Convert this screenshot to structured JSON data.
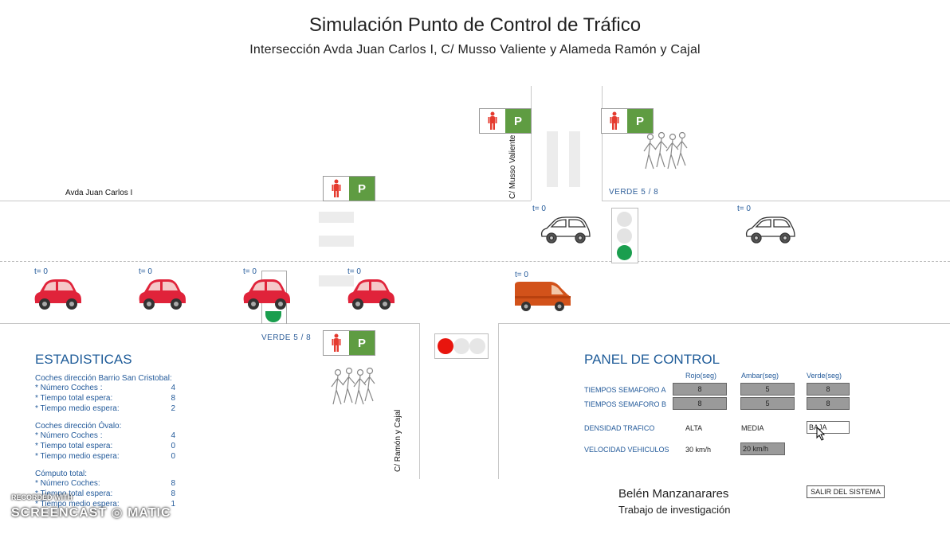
{
  "header": {
    "title": "Simulación Punto de Control de Tráfico",
    "subtitle": "Intersección Avda Juan Carlos I, C/ Musso Valiente y Alameda Ramón y Cajal"
  },
  "streets": {
    "avda": "Avda Juan Carlos I",
    "musso": "C/ Musso Valiente",
    "ramon": "C/ Ramón y Cajal"
  },
  "signals": {
    "ped_letter": "P",
    "verde_top": "VERDE 5  /  8",
    "verde_bottom": "VERDE 5  /  8"
  },
  "cars": {
    "t_label": "t= 0",
    "colors": {
      "red": "#e0233a",
      "white": "#ffffff",
      "van": "#d2521a",
      "green": "#1a9e4e"
    }
  },
  "stats": {
    "heading": "ESTADISTICAS",
    "g1_title": "Coches dirección Barrio San Cristobal:",
    "g1_r1_k": "* Número Coches :",
    "g1_r1_v": "4",
    "g1_r2_k": "* Tiempo total espera:",
    "g1_r2_v": "8",
    "g1_r3_k": "* Tiempo medio espera:",
    "g1_r3_v": "2",
    "g2_title": "Coches dirección Óvalo:",
    "g2_r1_k": "* Número Coches :",
    "g2_r1_v": "4",
    "g2_r2_k": "* Tiempo total espera:",
    "g2_r2_v": "0",
    "g2_r3_k": "* Tiempo medio espera:",
    "g2_r3_v": "0",
    "g3_title": "Cómputo total:",
    "g3_r1_k": "* Número Coches:",
    "g3_r1_v": "8",
    "g3_r2_k": "* Tiempo total espera:",
    "g3_r2_v": "8",
    "g3_r3_k": "* Tiempo medio espera:",
    "g3_r3_v": "1"
  },
  "panel": {
    "heading": "PANEL DE CONTROL",
    "col_rojo": "Rojo(seg)",
    "col_ambar": "Ambar(seg)",
    "col_verde": "Verde(seg)",
    "row_a": "TIEMPOS SEMAFORO A",
    "row_b": "TIEMPOS SEMAFORO B",
    "a_rojo": "8",
    "a_ambar": "5",
    "a_verde": "8",
    "b_rojo": "8",
    "b_ambar": "5",
    "b_verde": "8",
    "densidad_label": "DENSIDAD TRAFICO",
    "densidad_alta": "ALTA",
    "densidad_media": "MEDIA",
    "densidad_baja": "BAJA",
    "velocidad_label": "VELOCIDAD VEHICULOS",
    "vel_30": "30 km/h",
    "vel_20": "20 km/h"
  },
  "footer": {
    "author": "Belén Manzanarares",
    "work": "Trabajo de investigación",
    "exit": "SALIR DEL SISTEMA"
  },
  "watermark": {
    "line1": "RECORDED WITH",
    "line2": "SCREENCAST ◎ MATIC"
  }
}
